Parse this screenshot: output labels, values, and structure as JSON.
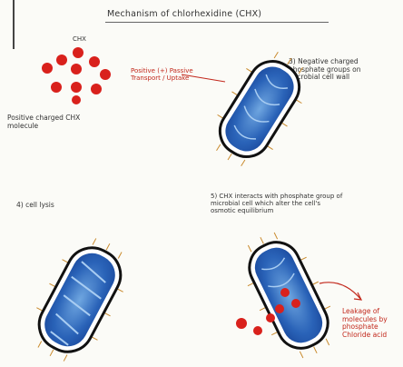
{
  "diagram": {
    "title": "Mechanism of chlorhexidine (CHX)",
    "ions_label": "CHX",
    "positive_note": "Positive (+) Passive\nTransport / Uptake",
    "ions_caption": "Positive charged CHX\nmolecule",
    "step3": "3) Negative charged\nphosphate groups on\nmicrobial cell wall",
    "step4": "4) cell lysis",
    "step5": "5) CHX interacts with phosphate group of\nmicrobial cell which alter the cell's\nosmotic equilibrium",
    "leakage": "Leakage of\nmolecules by\nphosphate\nChloride acid"
  },
  "colors": {
    "ion": "#d9211c",
    "cell_fill": "#1e4fa3",
    "cell_light": "#6fa6e0",
    "cell_border": "#111111",
    "cilia": "#c98a2d",
    "red_note": "#c2281c"
  }
}
